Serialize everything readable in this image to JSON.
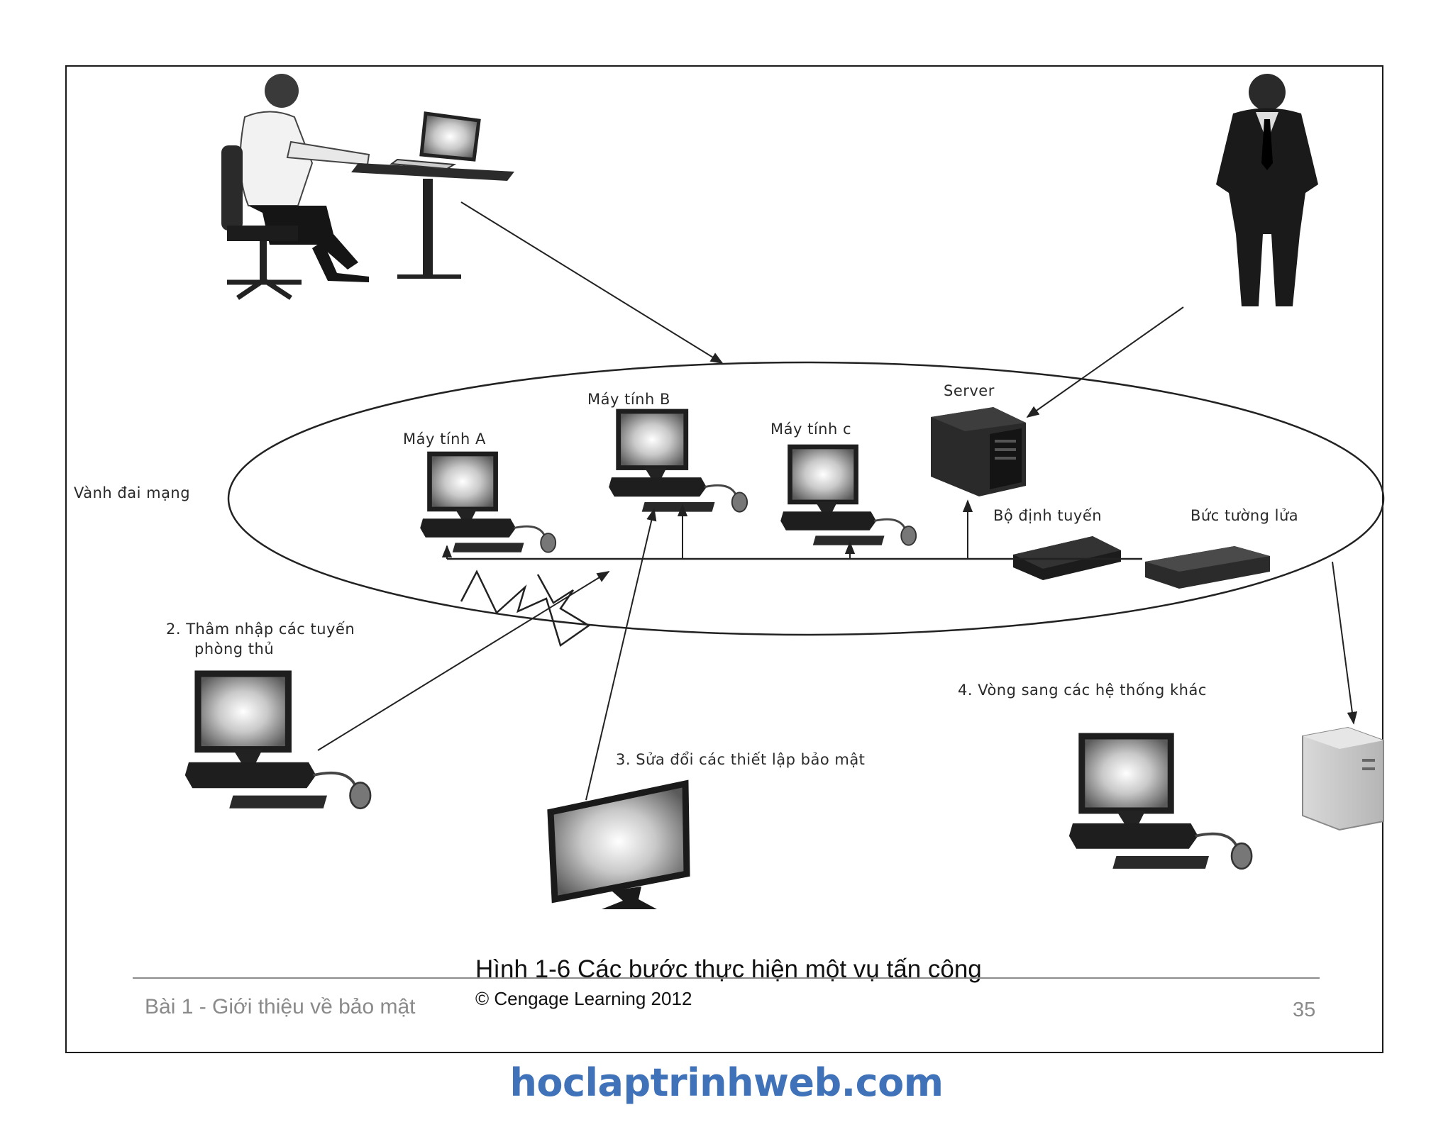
{
  "diagram": {
    "labels": {
      "perimeter": "Vành đai mạng",
      "computer_a": "Máy tính A",
      "computer_b": "Máy tính B",
      "computer_c": "Máy tính c",
      "server": "Server",
      "router": "Bộ định tuyến",
      "firewall": "Bức tường lửa",
      "step2_line1": "2. Thâm nhập các tuyến",
      "step2_line2": "phòng thủ",
      "step3": "3. Sửa đổi các thiết lập bảo mật",
      "step4": "4. Vòng sang các hệ thống khác"
    }
  },
  "caption": {
    "title": "Hình 1-6 Các bước thực hiện một vụ tấn công",
    "credit": "© Cengage Learning 2012"
  },
  "footer": {
    "lesson": "Bài 1 - Giới thiệu về bảo mật",
    "page_number": "35"
  },
  "watermark": "hoclaptrinhweb.com",
  "colors": {
    "watermark": "#3f72b8",
    "footer_text": "#8a8a8a"
  }
}
